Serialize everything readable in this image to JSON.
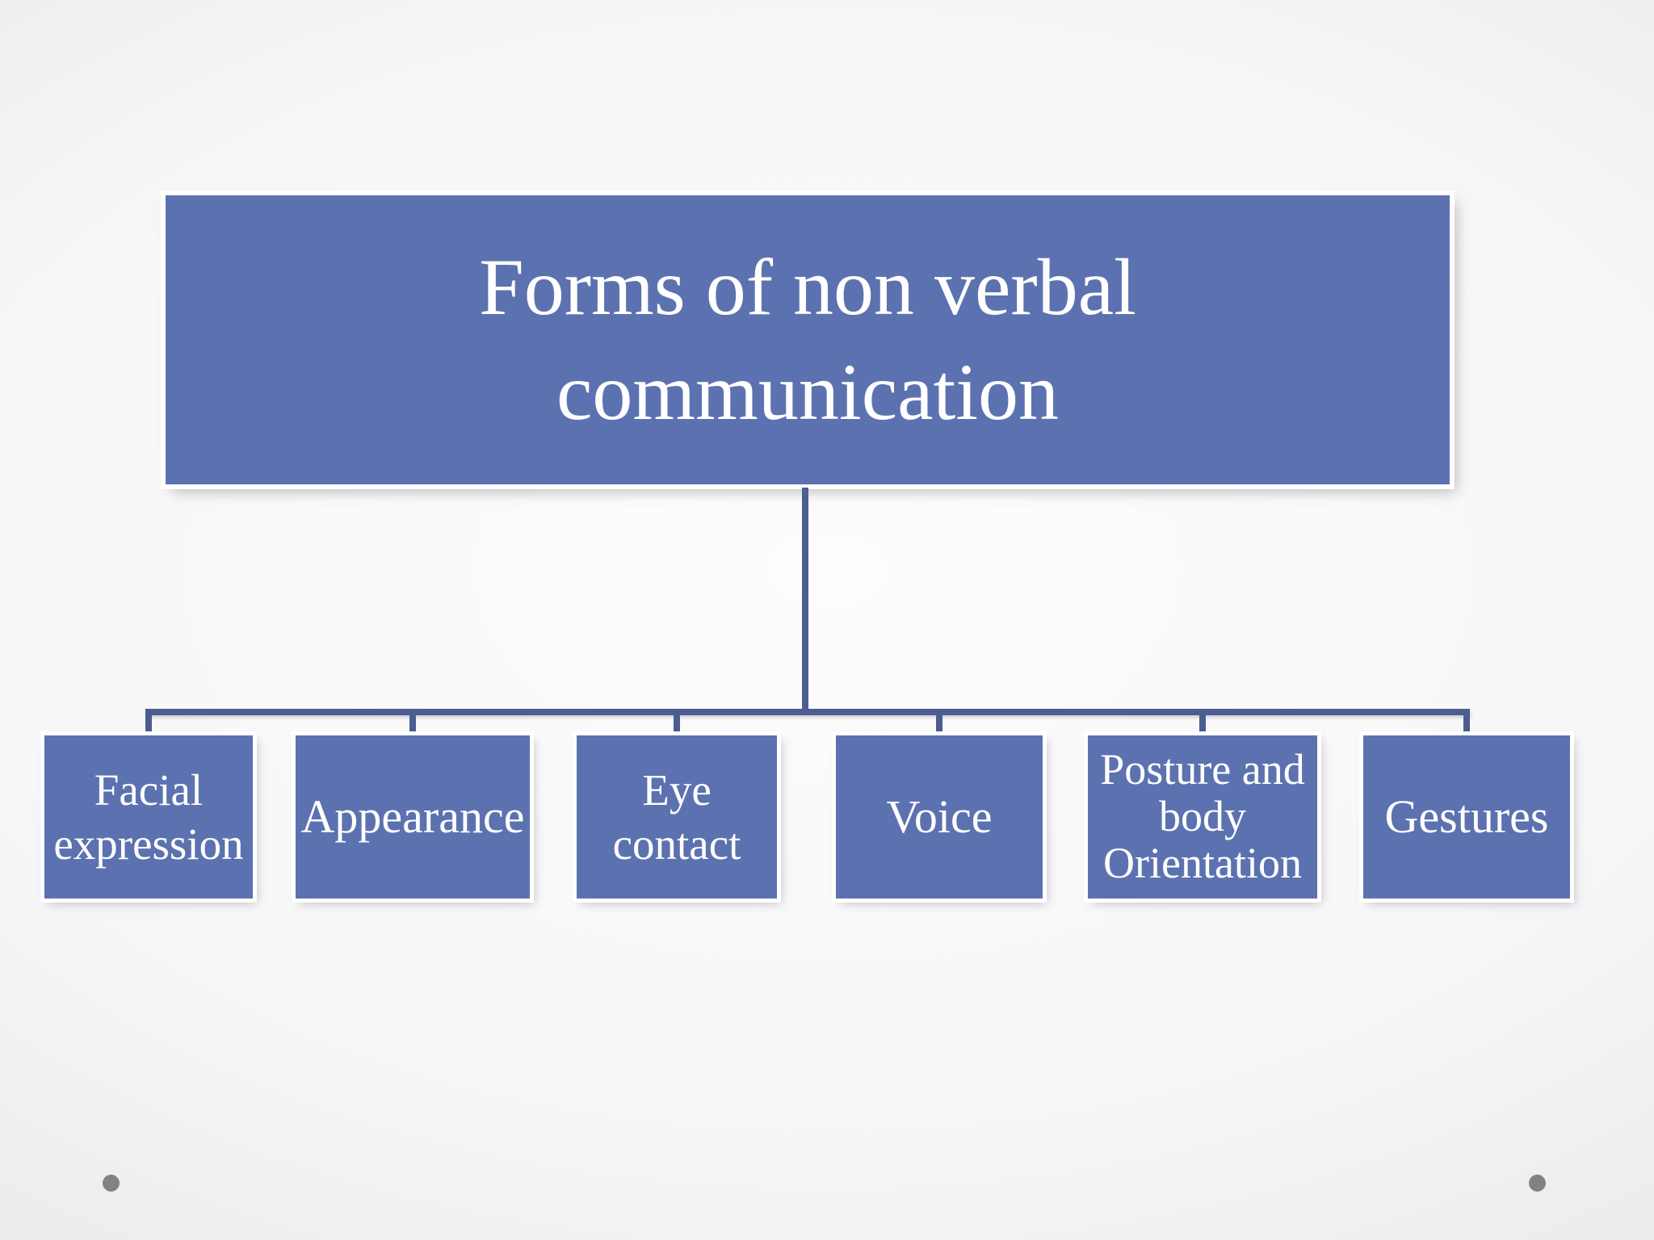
{
  "slide": {
    "title": "Forms of non verbal\ncommunication",
    "branches": [
      {
        "id": "facial-expression",
        "label": "Facial\nexpression"
      },
      {
        "id": "appearance",
        "label": "Appearance"
      },
      {
        "id": "eye-contact",
        "label": "Eye\ncontact"
      },
      {
        "id": "voice",
        "label": "Voice"
      },
      {
        "id": "posture-body-orientation",
        "label": "Posture and\nbody\nOrientation"
      },
      {
        "id": "gestures",
        "label": "Gestures"
      }
    ],
    "colors": {
      "node_fill": "#5c72b0",
      "connector": "#4c5d90",
      "node_text": "#ffffff",
      "background_center": "#fdfdfe",
      "background_edge": "#d0d0d2",
      "decor_dot": "#828284"
    }
  }
}
